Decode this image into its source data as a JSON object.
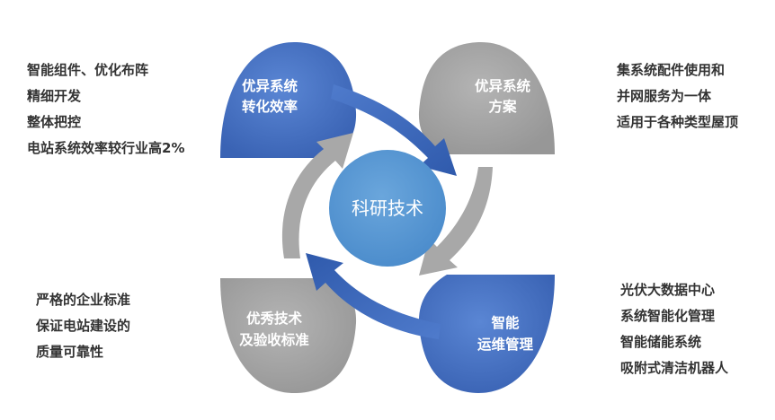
{
  "center": {
    "label": "科研技术"
  },
  "petals": {
    "top_left": {
      "line1": "优异系统",
      "line2": "转化效率",
      "color": "#4471c4"
    },
    "top_right": {
      "line1": "优异系统",
      "line2": "方案",
      "color": "#a5a5a5"
    },
    "bottom_left": {
      "line1": "优秀技术",
      "line2": "及验收标准",
      "color": "#a5a5a5"
    },
    "bottom_right": {
      "line1": "智能",
      "line2": "运维管理",
      "color": "#4471c4"
    }
  },
  "descriptions": {
    "top_left": [
      "智能组件、优化布阵",
      "精细开发",
      "整体把控",
      "电站系统效率较行业高2%"
    ],
    "top_right": [
      "集系统配件使用和",
      "并网服务为一体",
      "适用于各种类型屋顶"
    ],
    "bottom_left": [
      "严格的企业标准",
      "保证电站建设的",
      "质量可靠性"
    ],
    "bottom_right": [
      "光伏大数据中心",
      "系统智能化管理",
      "智能储能系统",
      "吸附式清洁机器人"
    ]
  },
  "colors": {
    "blue": "#4471c4",
    "gray": "#a5a5a5",
    "center": "#5b9bd5",
    "text": "#333333"
  }
}
